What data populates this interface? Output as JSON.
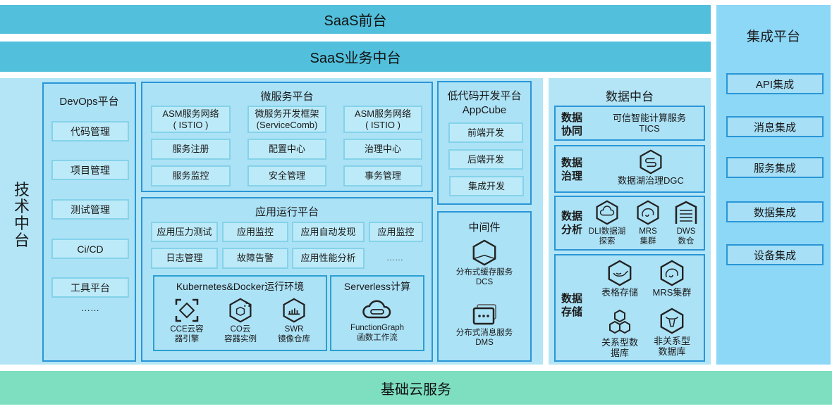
{
  "saas_front": "SaaS前台",
  "saas_biz": "SaaS业务中台",
  "tech_platform": "技术中台",
  "devops": {
    "title": "DevOps平台",
    "items": [
      "代码管理",
      "项目管理",
      "测试管理",
      "Ci/CD",
      "工具平台"
    ],
    "more": "……"
  },
  "microservice": {
    "title": "微服务平台",
    "items": [
      [
        "ASM服务网络",
        "( ISTIO )"
      ],
      [
        "微服务开发框架",
        "(ServiceComb)"
      ],
      [
        "ASM服务网络",
        "( ISTIO )"
      ],
      "服务注册",
      "配置中心",
      "治理中心",
      "服务监控",
      "安全管理",
      "事务管理"
    ]
  },
  "app_runtime": {
    "title": "应用运行平台",
    "items": [
      "应用压力测试",
      "应用监控",
      "应用自动发现",
      "应用监控",
      "日志管理",
      "故障告警",
      "应用性能分析"
    ],
    "more": "……",
    "k8s": {
      "title": "Kubernetes&Docker运行环境",
      "icons": [
        [
          "CCE云容",
          "器引擎"
        ],
        [
          "CO云",
          "容器实例"
        ],
        [
          "SWR",
          "镜像仓库"
        ]
      ]
    },
    "serverless": {
      "title": "Serverless计算",
      "icon": [
        "FunctionGraph",
        "函数工作流"
      ]
    }
  },
  "lowcode": {
    "title": "低代码开发平台",
    "subtitle": "AppCube",
    "items": [
      "前端开发",
      "后端开发",
      "集成开发"
    ]
  },
  "middleware": {
    "title": "中间件",
    "icons": [
      [
        "分布式缓存服务",
        "DCS"
      ],
      [
        "分布式消息服务",
        "DMS"
      ]
    ]
  },
  "data_platform": {
    "title": "数据中台",
    "collab": {
      "label": [
        "数据",
        "协同"
      ],
      "text": [
        "可信智能计算服务",
        "TICS"
      ]
    },
    "governance": {
      "label": [
        "数据",
        "治理"
      ],
      "icon": "数据湖治理DGC"
    },
    "analysis": {
      "label": [
        "数据",
        "分析"
      ],
      "icons": [
        [
          "DLI数据湖",
          "探索"
        ],
        [
          "MRS",
          "集群"
        ],
        [
          "DWS",
          "数仓"
        ]
      ]
    },
    "storage": {
      "label": [
        "数据",
        "存储"
      ],
      "icons": [
        [
          "表格存储"
        ],
        [
          "MRS集群"
        ],
        [
          "关系型数",
          "据库"
        ],
        [
          "非关系型",
          "数据库"
        ]
      ]
    }
  },
  "integration": {
    "title": "集成平台",
    "items": [
      "API集成",
      "消息集成",
      "服务集成",
      "数据集成",
      "设备集成"
    ]
  },
  "base_cloud": "基础云服务"
}
